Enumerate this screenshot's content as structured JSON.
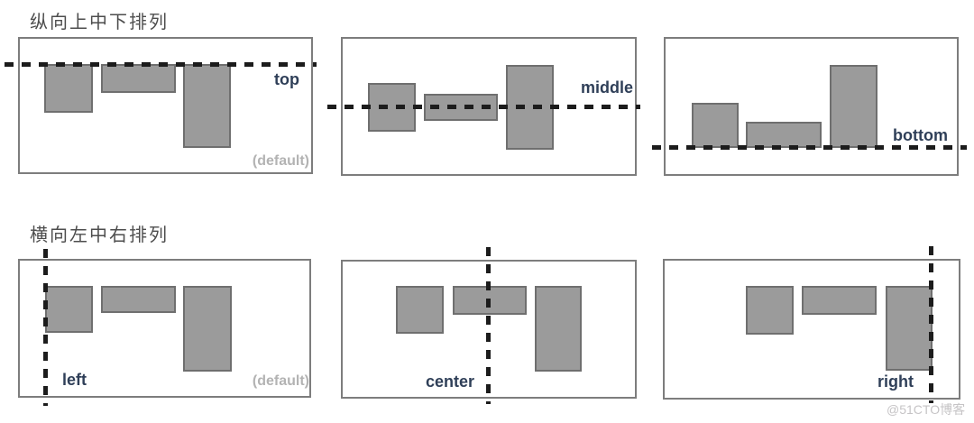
{
  "sections": {
    "vertical": {
      "title": "纵向上中下排列"
    },
    "horizontal": {
      "title": "横向左中右排列"
    }
  },
  "panels": {
    "top": {
      "label": "top",
      "note": "(default)"
    },
    "middle": {
      "label": "middle"
    },
    "bottom": {
      "label": "bottom"
    },
    "left": {
      "label": "left",
      "note": "(default)"
    },
    "center": {
      "label": "center"
    },
    "right": {
      "label": "right"
    }
  },
  "watermark": {
    "text": "@51CTO博客"
  },
  "colors": {
    "box_fill": "#9b9b9b",
    "box_border": "#6f6f6f",
    "panel_border": "#7d7d7d",
    "dash_line": "#1c1c1c",
    "align_label": "#2f3f58",
    "default_note": "#b3b3b3",
    "section_title": "#4d4d4d",
    "watermark": "#c6c4c6",
    "background": "#ffffff"
  }
}
